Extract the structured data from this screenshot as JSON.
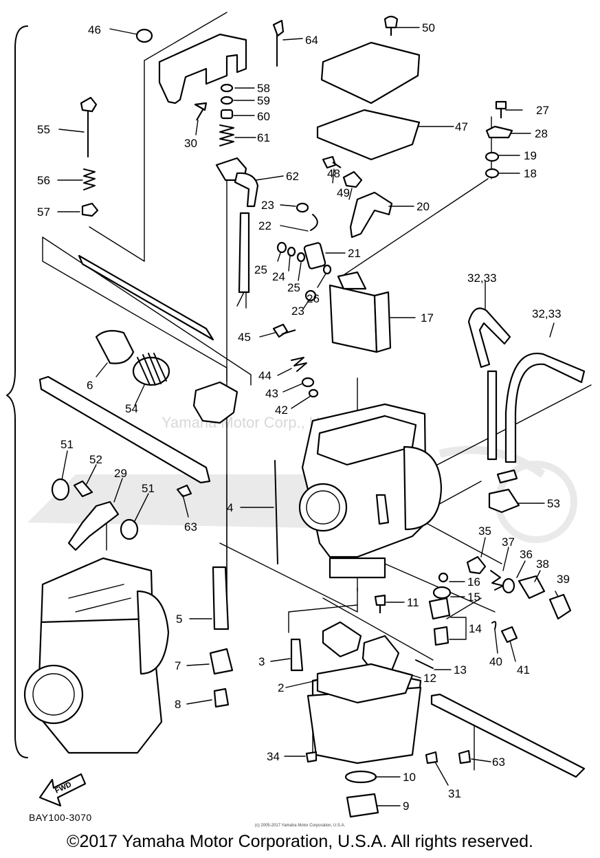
{
  "diagram": {
    "code": "BAY100-3070",
    "watermark": "Yamaha Motor Corp., U.S.A.",
    "direction_label": "FWD",
    "part_numbers": [
      "46",
      "64",
      "50",
      "55",
      "58",
      "59",
      "60",
      "61",
      "30",
      "27",
      "28",
      "19",
      "18",
      "47",
      "56",
      "62",
      "48",
      "49",
      "20",
      "57",
      "23",
      "22",
      "21",
      "25",
      "24",
      "25",
      "26",
      "23",
      "17",
      "32,33",
      "32,33",
      "45",
      "44",
      "6",
      "54",
      "43",
      "42",
      "51",
      "52",
      "29",
      "51",
      "63",
      "53",
      "4",
      "35",
      "37",
      "36",
      "38",
      "39",
      "16",
      "15",
      "5",
      "11",
      "14",
      "3",
      "13",
      "12",
      "2",
      "7",
      "40",
      "41",
      "8",
      "34",
      "10",
      "31",
      "63",
      "9"
    ]
  },
  "copyright_small": "(c) 2005-2017 Yamaha Motor Corporation, U.S.A.",
  "copyright": "©2017 Yamaha Motor Corporation, U.S.A. All rights reserved."
}
